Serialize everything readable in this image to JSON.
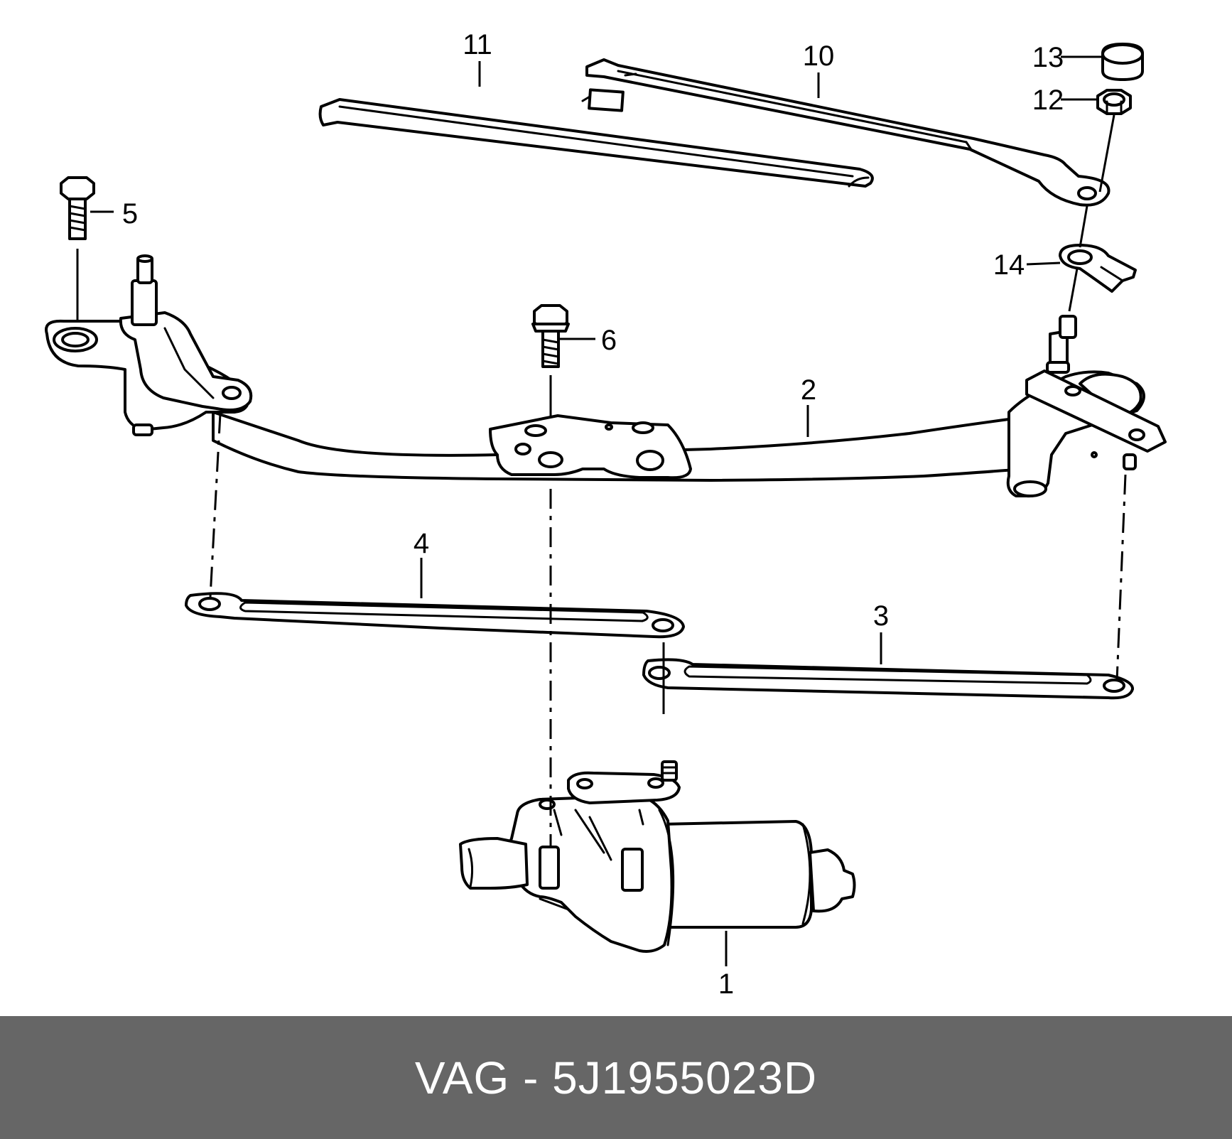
{
  "diagram": {
    "callouts": {
      "c1": "1",
      "c2": "2",
      "c3": "3",
      "c4": "4",
      "c5": "5",
      "c6": "6",
      "c10": "10",
      "c11": "11",
      "c12": "12",
      "c13": "13",
      "c14": "14"
    },
    "parts": [
      {
        "number": "1",
        "name": "wiper-motor"
      },
      {
        "number": "2",
        "name": "wiper-linkage-frame"
      },
      {
        "number": "3",
        "name": "connecting-rod-right"
      },
      {
        "number": "4",
        "name": "connecting-rod-left"
      },
      {
        "number": "5",
        "name": "frame-bolt"
      },
      {
        "number": "6",
        "name": "center-bolt"
      },
      {
        "number": "10",
        "name": "wiper-arm-right"
      },
      {
        "number": "11",
        "name": "wiper-arm-left"
      },
      {
        "number": "12",
        "name": "hex-nut"
      },
      {
        "number": "13",
        "name": "cap"
      },
      {
        "number": "14",
        "name": "washer-bracket"
      }
    ]
  },
  "footer": {
    "label": "VAG - 5J1955023D",
    "background": "#666666",
    "text_color": "#ffffff"
  }
}
